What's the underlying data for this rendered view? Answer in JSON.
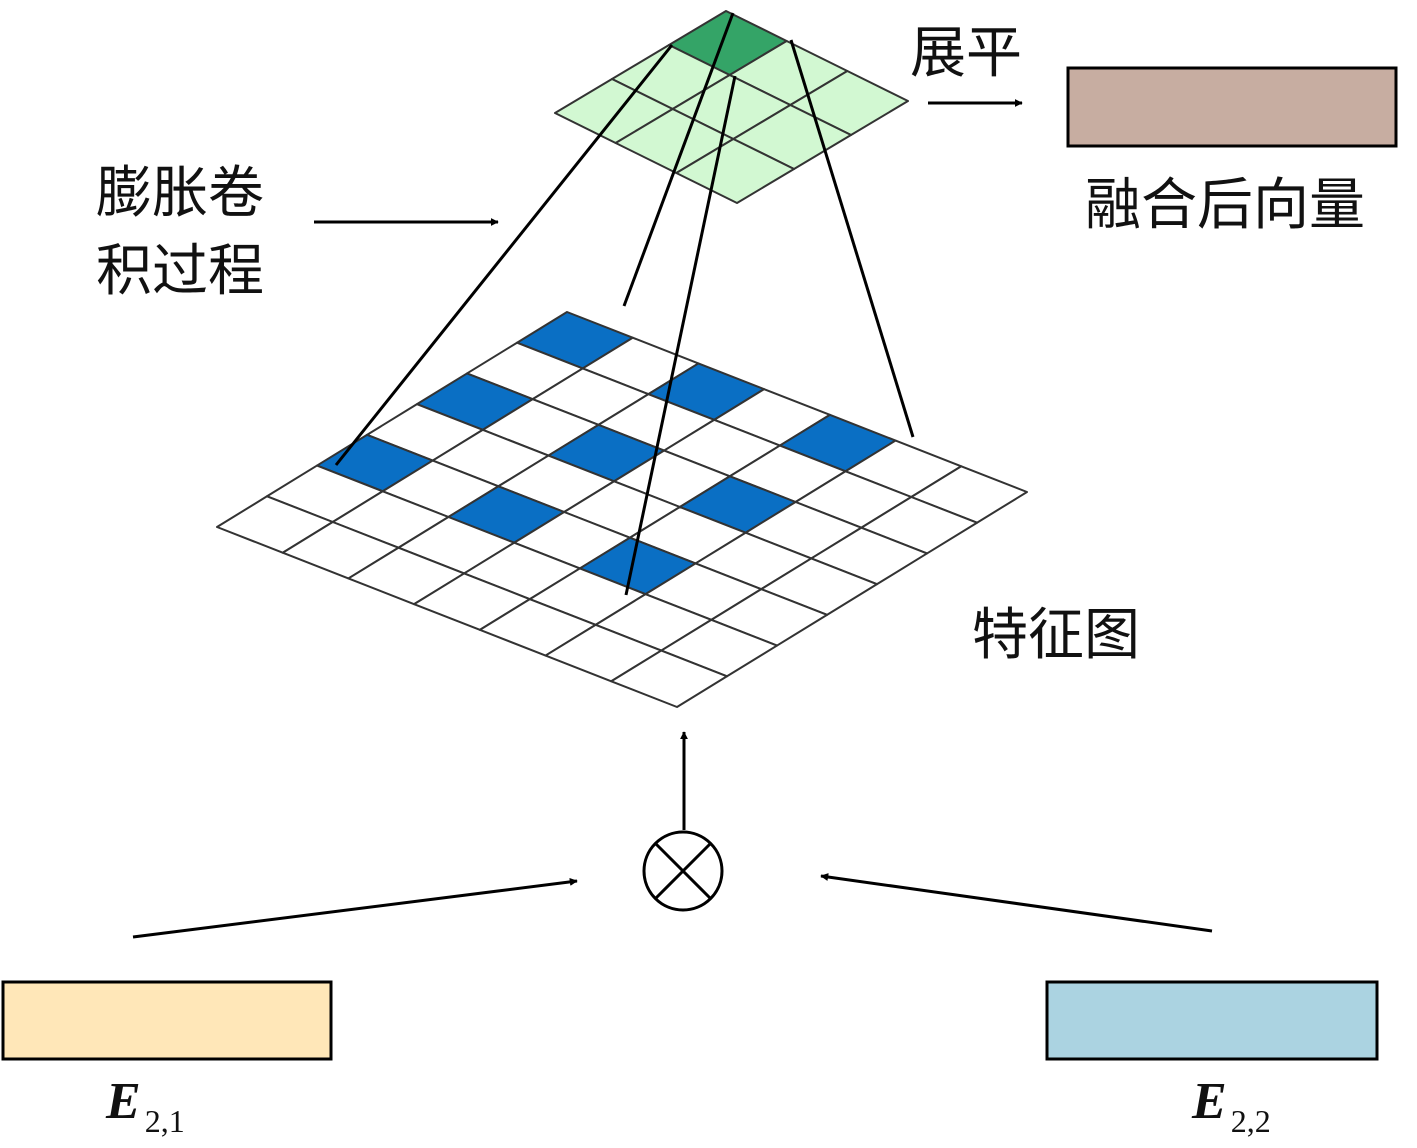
{
  "labels": {
    "flatten": "展平",
    "fused_vector": "融合后向量",
    "dilated_conv_line1": "膨胀卷",
    "dilated_conv_line2": "积过程",
    "feature_map": "特征图",
    "operator": "⊗",
    "input_left_symbol": "E",
    "input_left_subscript": "2,1",
    "input_right_symbol": "E",
    "input_right_subscript": "2,2"
  },
  "colors": {
    "fused_vector": "#c7ada1",
    "input_left": "#ffe7b8",
    "input_right": "#abd3e1",
    "feature_highlight": "#0a6fc4",
    "output_cell_light": "#d2f8d2",
    "output_cell_dark": "#34a467",
    "stroke": "#000000"
  }
}
